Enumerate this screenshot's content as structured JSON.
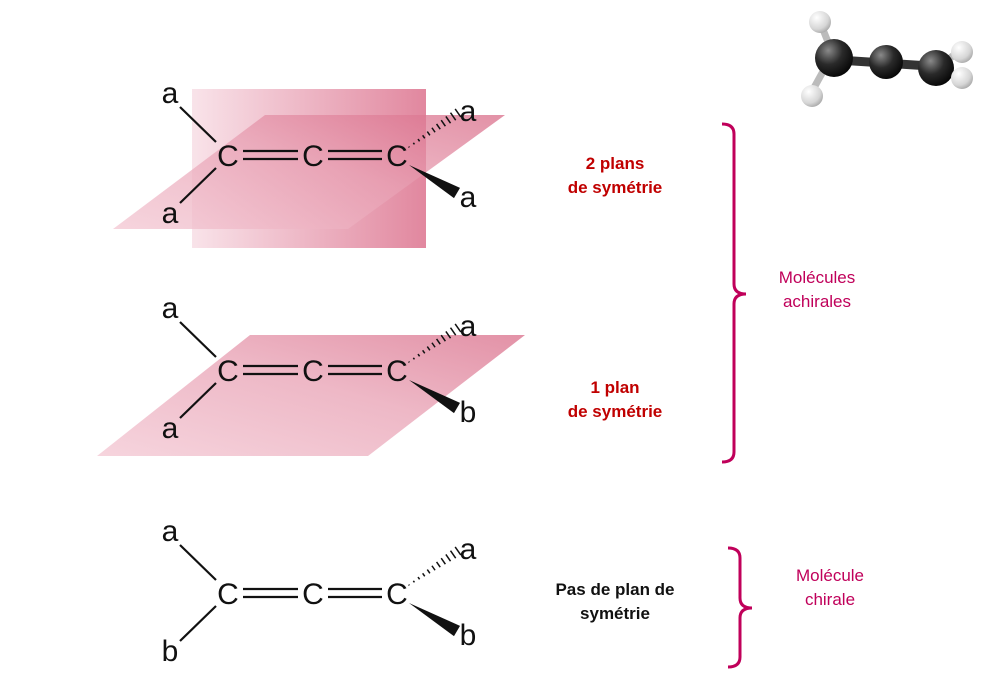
{
  "colors": {
    "plane": "#e07e98",
    "plane_light": "#f7dbe3",
    "red_text": "#c00000",
    "magenta": "#c0005a",
    "bond": "#111111"
  },
  "molecules": [
    {
      "substituents": {
        "top_left": "a",
        "bottom_left": "a",
        "top_right": "a",
        "bottom_right": "a"
      },
      "carbons": [
        "C",
        "C",
        "C"
      ],
      "planes": 2,
      "symmetry_label": [
        "2 plans",
        "de symétrie"
      ]
    },
    {
      "substituents": {
        "top_left": "a",
        "bottom_left": "a",
        "top_right": "a",
        "bottom_right": "b"
      },
      "carbons": [
        "C",
        "C",
        "C"
      ],
      "planes": 1,
      "symmetry_label": [
        "1 plan",
        "de symétrie"
      ]
    },
    {
      "substituents": {
        "top_left": "a",
        "bottom_left": "b",
        "top_right": "a",
        "bottom_right": "b"
      },
      "carbons": [
        "C",
        "C",
        "C"
      ],
      "planes": 0,
      "symmetry_label": [
        "Pas de plan de",
        "symétrie"
      ]
    }
  ],
  "groups": [
    {
      "label": [
        "Molécules",
        "achirales"
      ]
    },
    {
      "label": [
        "Molécule",
        "chirale"
      ]
    }
  ],
  "icons": {
    "ball_and_stick": "allene-ball-and-stick-icon"
  }
}
